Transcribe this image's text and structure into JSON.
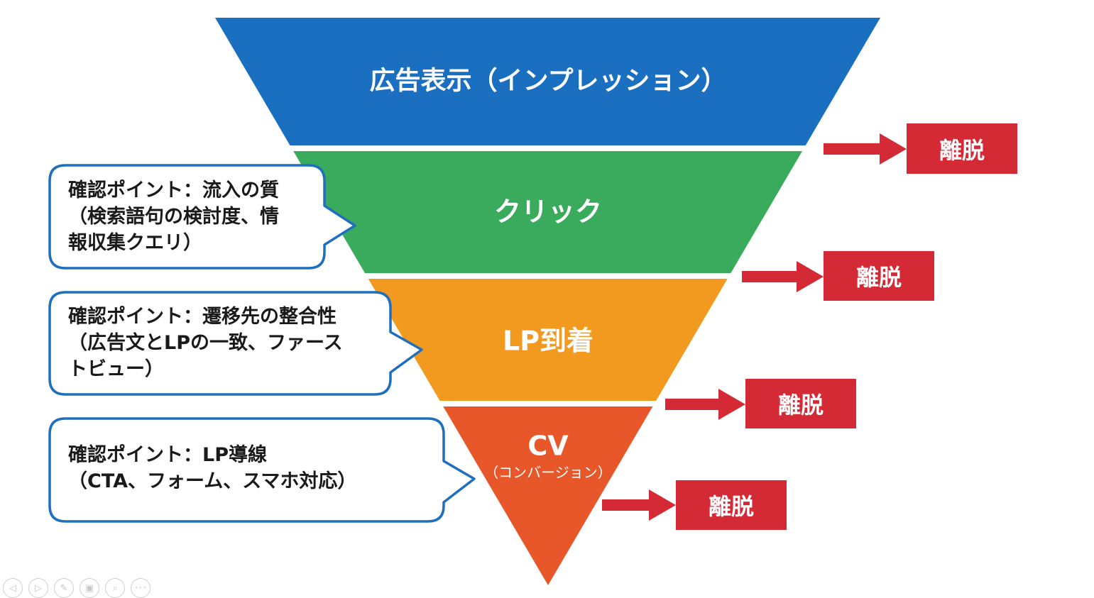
{
  "funnel": {
    "stages": [
      {
        "label": "広告表示（インプレッション）",
        "sublabel": "",
        "color": "#1a6fc0"
      },
      {
        "label": "クリック",
        "sublabel": "",
        "color": "#3aaa5c"
      },
      {
        "label": "LP到着",
        "sublabel": "",
        "color": "#f29a1f"
      },
      {
        "label": "CV",
        "sublabel": "（コンバージョン）",
        "color": "#e8572a"
      }
    ]
  },
  "exits": [
    {
      "label": "離脱"
    },
    {
      "label": "離脱"
    },
    {
      "label": "離脱"
    },
    {
      "label": "離脱"
    }
  ],
  "exit_color": "#d42a36",
  "callout_border_color": "#1f6fbf",
  "callouts": [
    {
      "lines": [
        "確認ポイント：流入の質",
        "（検索語句の検討度、情",
        "報収集クエリ）"
      ]
    },
    {
      "lines": [
        "確認ポイント：遷移先の整合性",
        "（広告文とLPの一致、ファース",
        "トビュー）"
      ]
    },
    {
      "lines": [
        "確認ポイント：LP導線",
        "（CTA、フォーム、スマホ対応）"
      ]
    }
  ],
  "toolbar": {
    "buttons": [
      {
        "icon": "previous-icon",
        "glyph": "◁"
      },
      {
        "icon": "next-icon",
        "glyph": "▷"
      },
      {
        "icon": "pen-icon",
        "glyph": "✎"
      },
      {
        "icon": "slides-icon",
        "glyph": "▣"
      },
      {
        "icon": "zoom-icon",
        "glyph": "⌕"
      },
      {
        "icon": "more-icon",
        "glyph": "∘∘∘"
      }
    ]
  }
}
